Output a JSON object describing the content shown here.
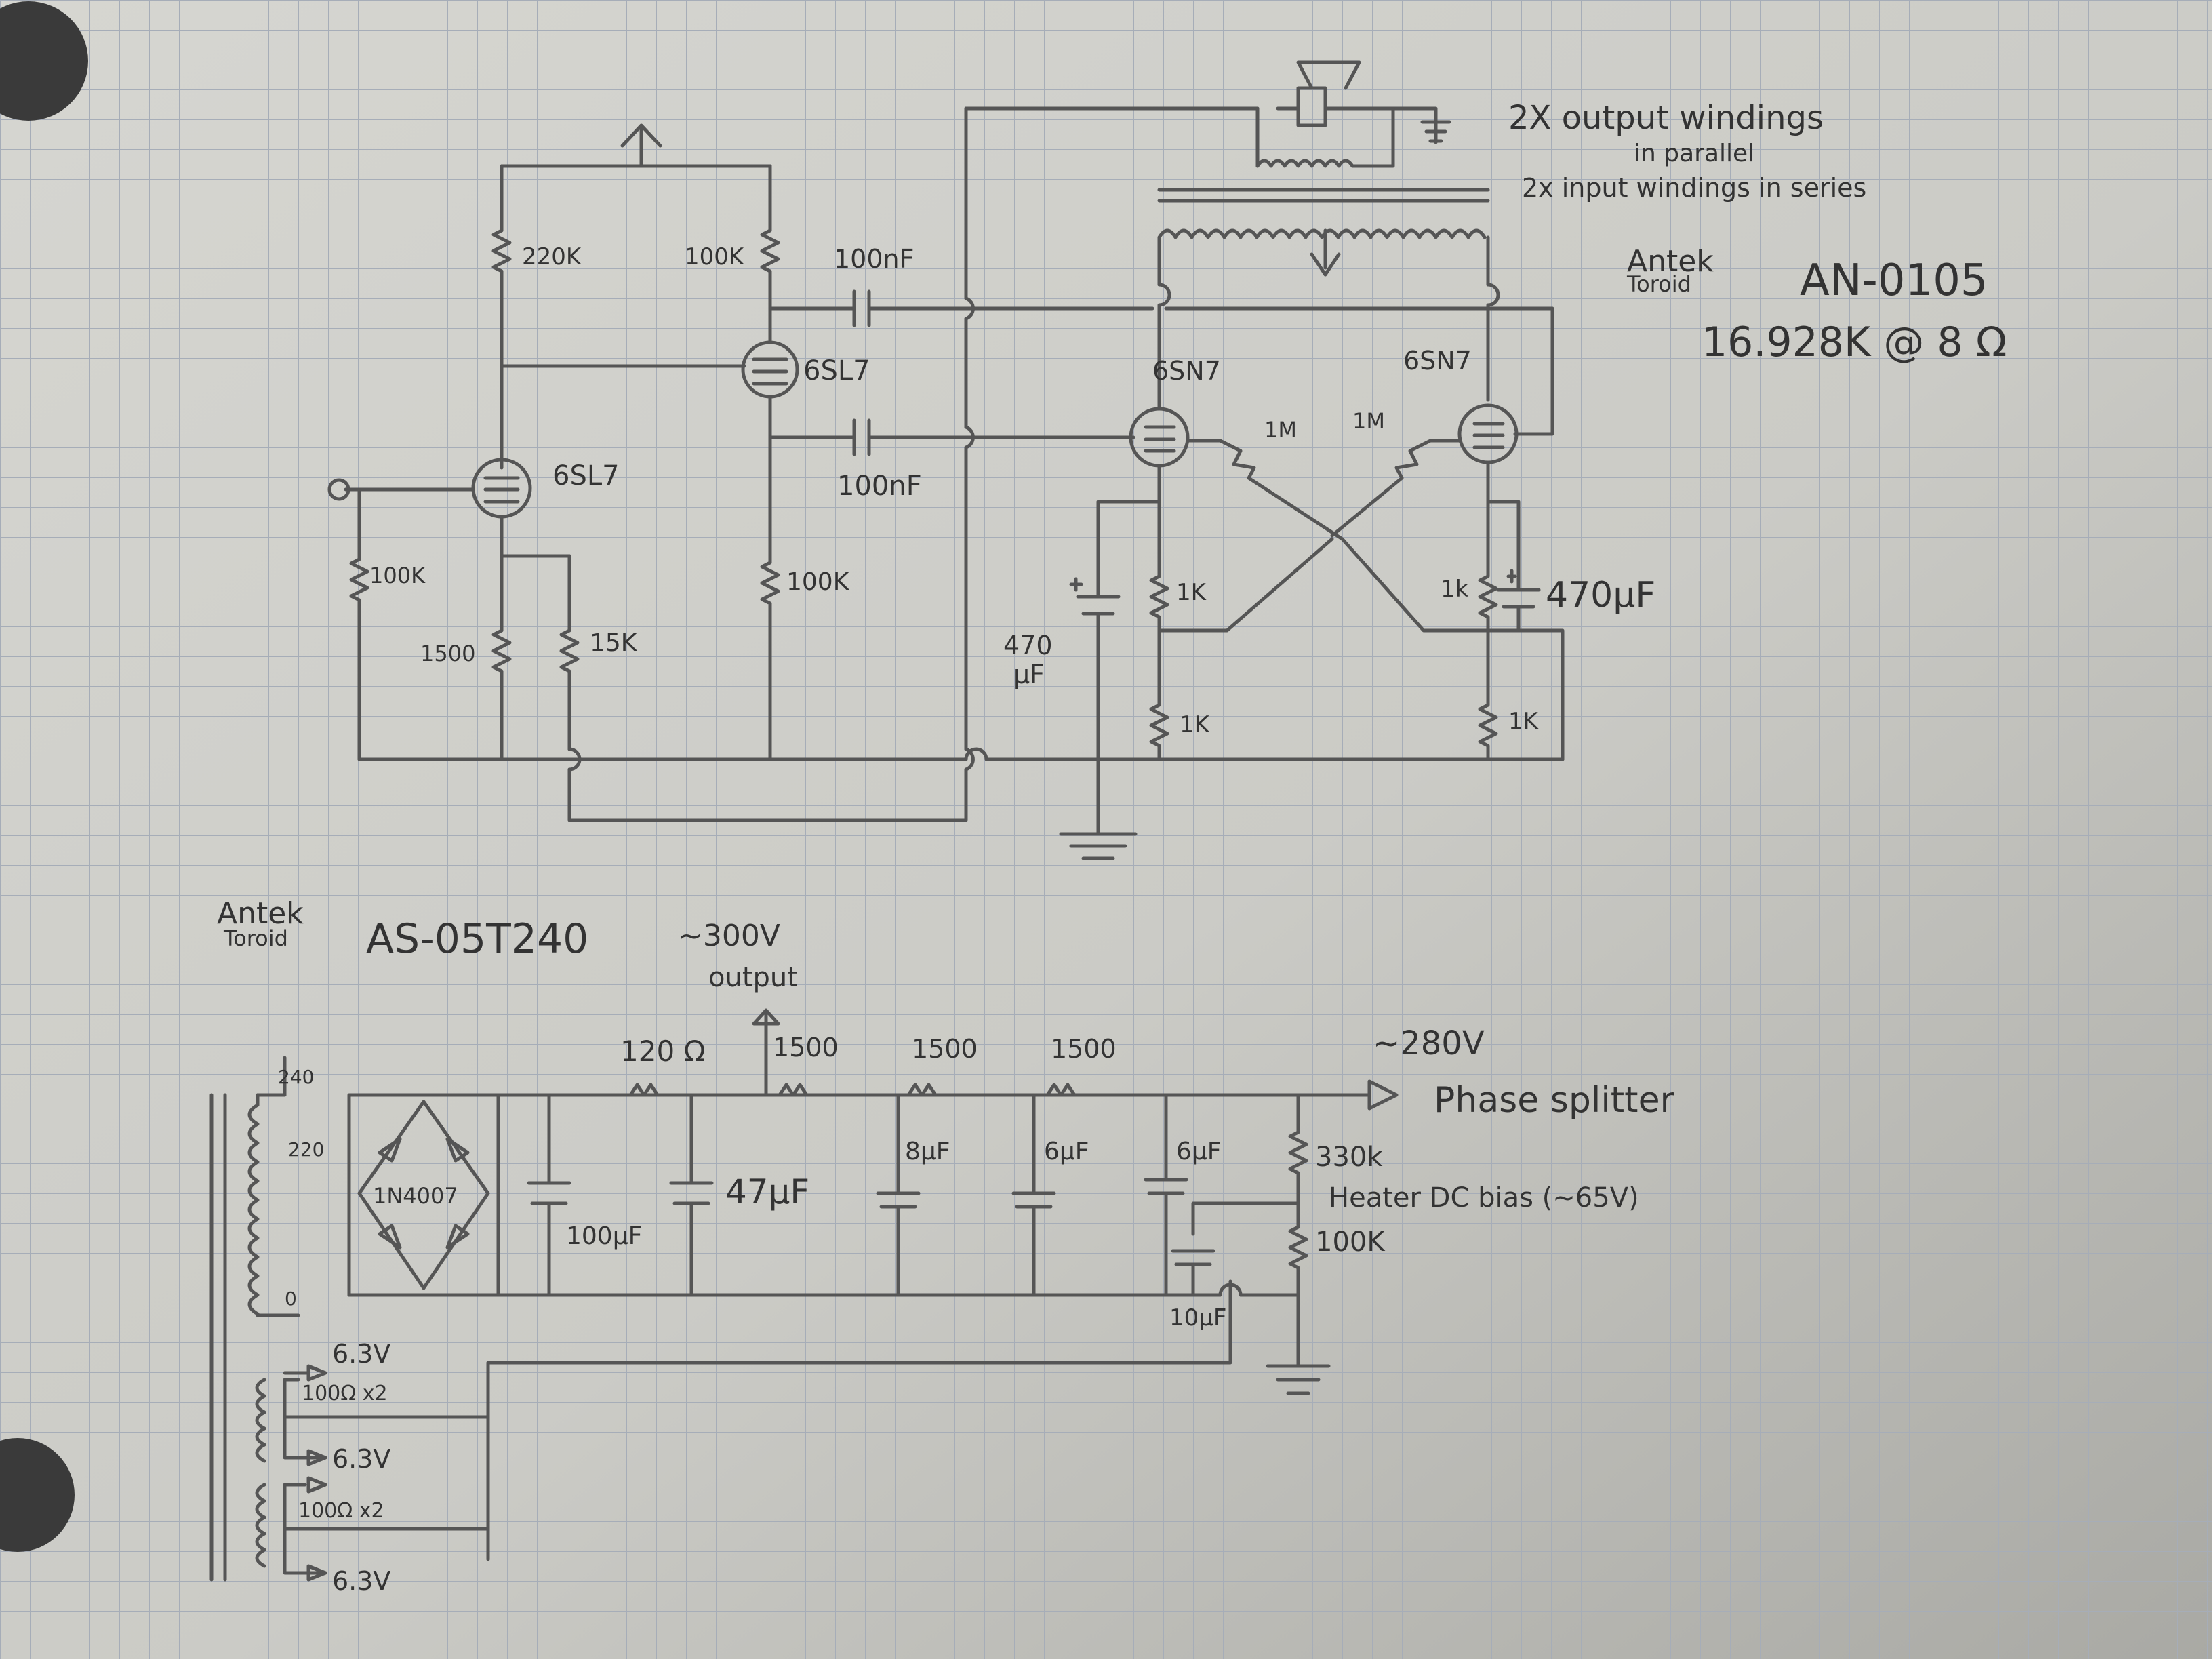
{
  "labels": {
    "output_windings_1": "2X output windings",
    "output_windings_2": "in parallel",
    "input_windings": "2x input windings in series",
    "ot_brand_top": "Antek",
    "ot_brand_bottom": "Toroid",
    "ot_model": "AN-0105",
    "ot_ratio": "16.928K @ 8 Ω",
    "r_220k": "220K",
    "r_100k_a": "100K",
    "c_100nf_a": "100nF",
    "tube_6sl7_a": "6SL7",
    "c_100nf_b": "100nF",
    "tube_6sl7_b": "6SL7",
    "r_100k_b": "100K",
    "r_1500_a": "1500",
    "r_15k": "15K",
    "r_100k_c": "100K",
    "tube_6sn7_a": "6SN7",
    "tube_6sn7_b": "6SN7",
    "r_1m_a": "1M",
    "r_1m_b": "1M",
    "r_1k_a": "1K",
    "r_1k_b": "1k",
    "c_470uf_a_1": "470",
    "c_470uf_a_2": "µF",
    "c_470uf_b": "470µF",
    "r_1k_c": "1K",
    "r_1k_d": "1K",
    "pt_brand_top": "Antek",
    "pt_brand_bottom": "Toroid",
    "pt_model": "AS-05T240",
    "v_300": "~300V",
    "v_300_output": "output",
    "r_120": "120 Ω",
    "r_1500_b": "1500",
    "r_1500_c": "1500",
    "r_1500_d": "1500",
    "v_280": "~280V",
    "phase_splitter": "Phase splitter",
    "tap_240": "240",
    "tap_220": "220",
    "tap_0": "0",
    "diode": "1N4007",
    "c_100uf": "100µF",
    "c_47uf": "47µF",
    "c_8uf": "8µF",
    "c_6uf_a": "6µF",
    "c_6uf_b": "6µF",
    "r_330k": "330k",
    "heater_bias": "Heater DC bias (~65V)",
    "r_100k_d": "100K",
    "c_10uf": "10µF",
    "v_63_a": "6.3V",
    "r_100x2_a": "100Ω x2",
    "v_63_b": "6.3V",
    "r_100x2_b": "100Ω x2",
    "v_63_c": "6.3V"
  }
}
